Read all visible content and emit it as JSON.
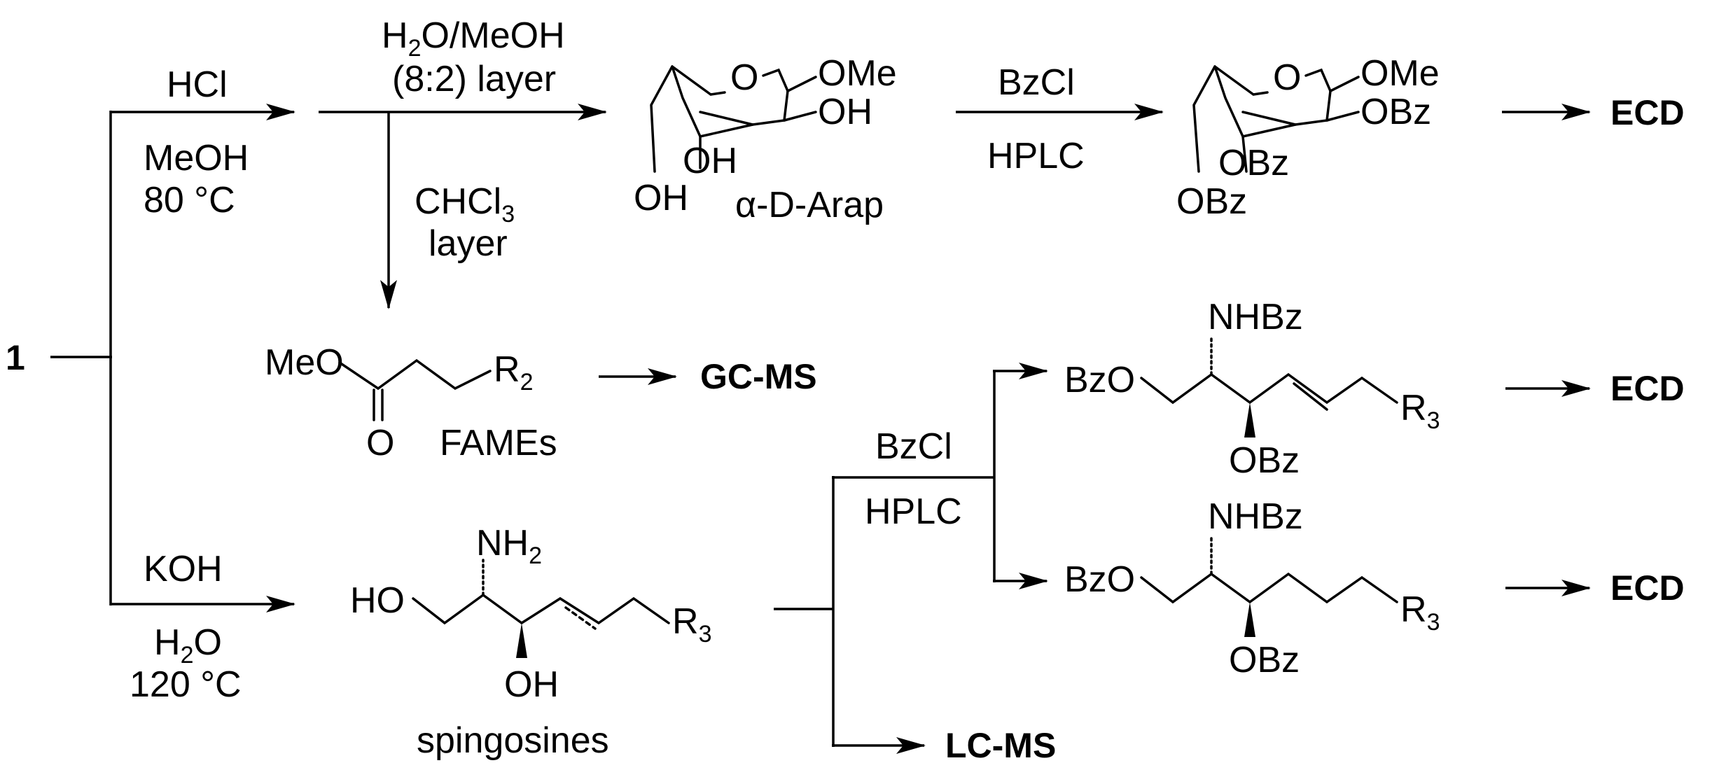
{
  "compound": "1",
  "steps": {
    "acid": {
      "reagent": "HCl",
      "solvent": "MeOH",
      "temp": "80 °C"
    },
    "base": {
      "reagent": "KOH",
      "solvent_main": "H",
      "solvent_sub": "2",
      "solvent_tail": "O",
      "temp": "120 °C"
    },
    "aq_layer": {
      "line1_a": "H",
      "line1_sub": "2",
      "line1_b": "O/MeOH",
      "line2": "(8:2) layer"
    },
    "org_layer": {
      "line1_a": "CHCl",
      "line1_sub": "3",
      "line2": "layer"
    },
    "bz_top": {
      "reagent": "BzCl",
      "method": "HPLC"
    },
    "bz_mid": {
      "reagent": "BzCl",
      "method": "HPLC"
    }
  },
  "products": {
    "arap": {
      "name": "α-D-Arap",
      "groups": {
        "ring_o": "O",
        "ome": "OMe",
        "oh2": "OH",
        "oh3": "OH",
        "oh4": "OH"
      }
    },
    "arap_bz": {
      "groups": {
        "ring_o": "O",
        "ome": "OMe",
        "obz2": "OBz",
        "obz3": "OBz",
        "obz4": "OBz"
      }
    },
    "fames": {
      "name": "FAMEs",
      "meo": "MeO",
      "r_main": "R",
      "r_sub": "2",
      "carbonyl_o": "O"
    },
    "sphingosines": {
      "name": "spingosines",
      "ho": "HO",
      "nh_main": "NH",
      "nh_sub": "2",
      "oh": "OH",
      "r_main": "R",
      "r_sub": "3"
    },
    "bz_unsat": {
      "bzo": "BzO",
      "nhbz": "NHBz",
      "obz": "OBz",
      "r_main": "R",
      "r_sub": "3"
    },
    "bz_sat": {
      "bzo": "BzO",
      "nhbz": "NHBz",
      "obz": "OBz",
      "r_main": "R",
      "r_sub": "3"
    }
  },
  "analyses": {
    "gcms": "GC-MS",
    "lcms": "LC-MS",
    "ecd1": "ECD",
    "ecd2": "ECD",
    "ecd3": "ECD"
  }
}
